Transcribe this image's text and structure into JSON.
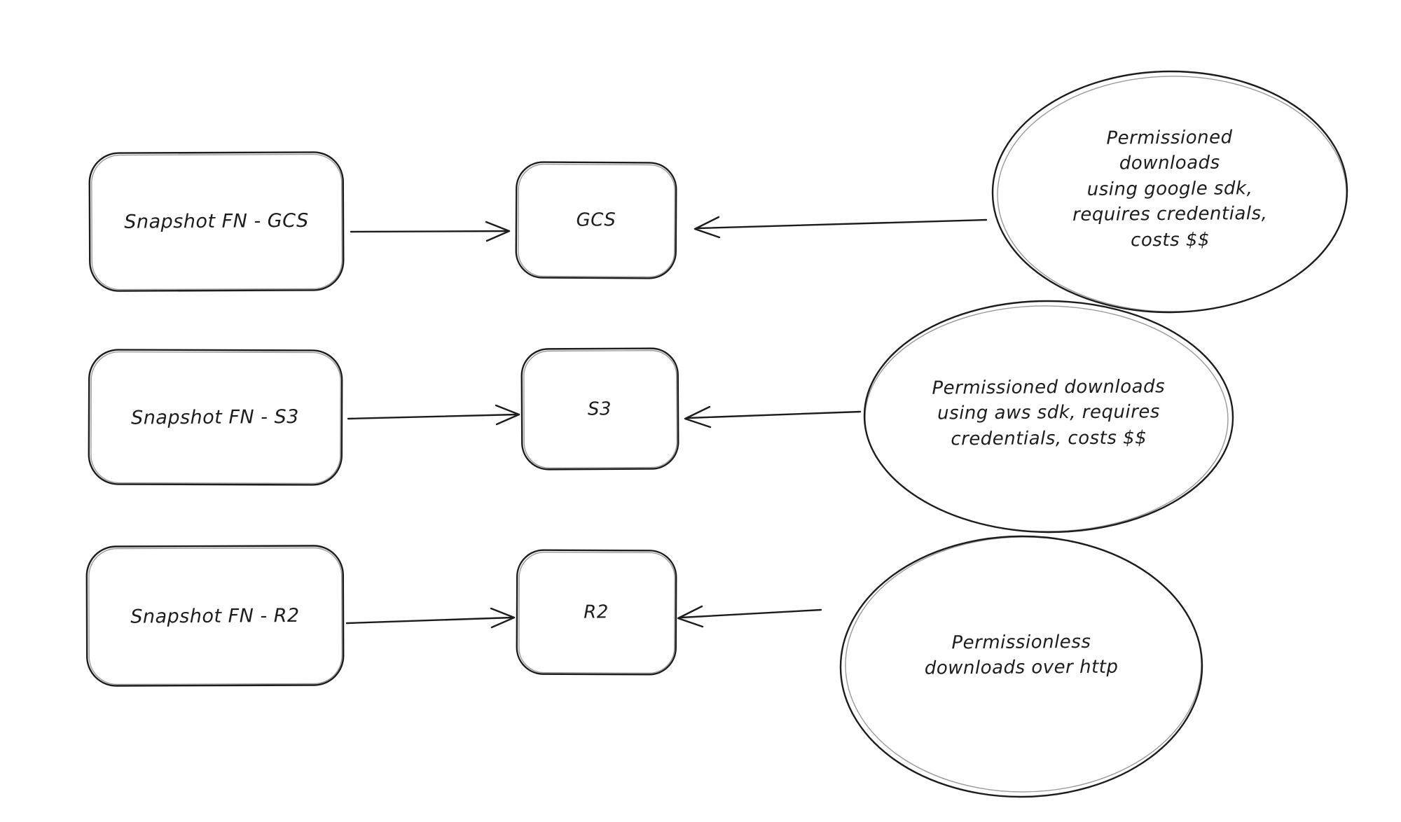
{
  "diagram": {
    "background_color": "#ffffff",
    "stroke_color": "#1c1c1c",
    "rows": [
      {
        "source_label": "Snapshot FN - GCS",
        "target_label": "GCS",
        "note_text": "Permissioned downloads\nusing google sdk,\nrequires credentials,\ncosts $$"
      },
      {
        "source_label": "Snapshot FN - S3",
        "target_label": "S3",
        "note_text": "Permissioned downloads\nusing aws sdk, requires\ncredentials, costs $$"
      },
      {
        "source_label": "Snapshot FN - R2",
        "target_label": "R2",
        "note_text": "Permissionless\ndownloads over http"
      }
    ]
  }
}
